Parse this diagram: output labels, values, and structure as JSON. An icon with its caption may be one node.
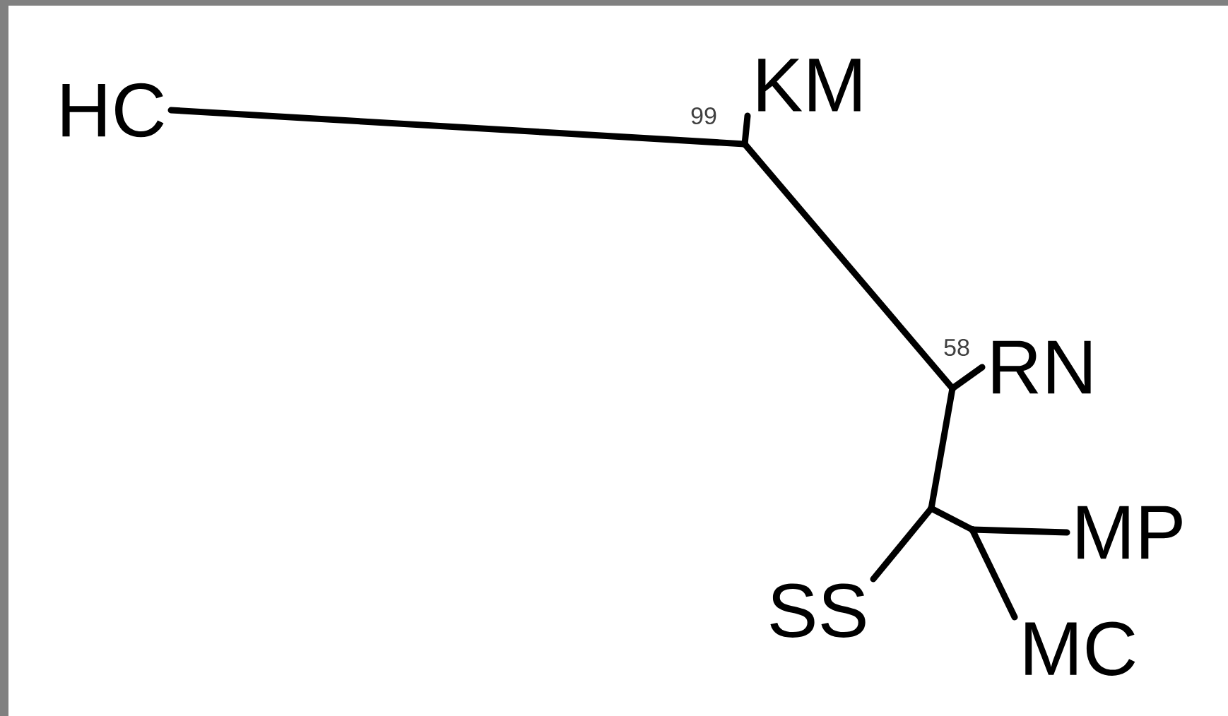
{
  "diagram": {
    "nodes": [
      {
        "text": [
          "HC"
        ]
      },
      {
        "text": [
          "KM"
        ]
      },
      {
        "text": [
          "RN"
        ]
      },
      {
        "text": [
          "MP"
        ]
      },
      {
        "text": [
          "SS"
        ]
      },
      {
        "text": [
          "MC"
        ]
      },
      {
        "text": [],
        "shape": "point",
        "beside": [
          "99"
        ]
      },
      {
        "text": [],
        "shape": "point",
        "beside": [
          "58"
        ]
      },
      {
        "text": [],
        "shape": "point"
      },
      {
        "text": [],
        "shape": "point"
      }
    ],
    "edges": [
      {
        "from": 0,
        "to": 6,
        "arrow": "none"
      },
      {
        "from": 6,
        "to": 1,
        "arrow": "none"
      },
      {
        "from": 6,
        "to": 7,
        "arrow": "none"
      },
      {
        "from": 7,
        "to": 2,
        "arrow": "none"
      },
      {
        "from": 7,
        "to": 8,
        "arrow": "none"
      },
      {
        "from": 8,
        "to": 4,
        "arrow": "none"
      },
      {
        "from": 8,
        "to": 9,
        "arrow": "none"
      },
      {
        "from": 9,
        "to": 3,
        "arrow": "none"
      },
      {
        "from": 9,
        "to": 5,
        "arrow": "none"
      }
    ]
  }
}
